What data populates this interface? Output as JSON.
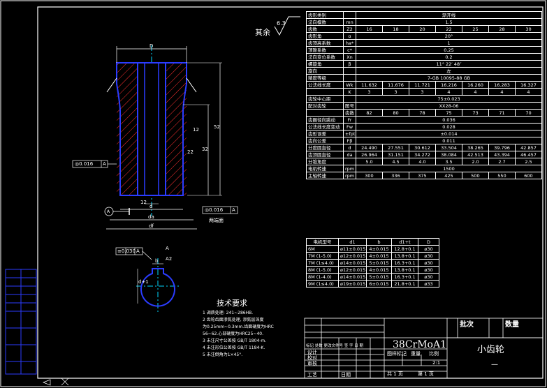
{
  "surface_mark": {
    "value": "6.3",
    "label": "其余"
  },
  "view_labels": {
    "D": "D",
    "d": "d",
    "da": "da",
    "df": "df",
    "dim_52": "52",
    "dim_32": "32",
    "dim_12": "12",
    "dim_22": "22",
    "arrow_symbol": "▽",
    "datum_a": "A",
    "datum_a_circle": "A",
    "groove": "两端面"
  },
  "tolerances": {
    "runout_1": "◎0.016",
    "runout_1_ref": "A",
    "runout_2": "◎0.016",
    "runout_2_ref": "A",
    "parallel": "≡0.030",
    "parallel_ref": "A"
  },
  "section": {
    "dim_left": "d+1",
    "dim_b": "b",
    "dim_a": "A",
    "dim_a2": "A2"
  },
  "gear_table": {
    "rows": [
      [
        "齿形类别",
        "",
        "渐开线"
      ],
      [
        "法向模数",
        "mn",
        "1.5"
      ],
      [
        "齿数",
        "Z2",
        "16",
        "18",
        "20",
        "22",
        "25",
        "28",
        "30"
      ],
      [
        "齿形角",
        "α",
        "20°"
      ],
      [
        "齿顶高系数",
        "ha*",
        "1"
      ],
      [
        "顶隙系数",
        "c*",
        "0.25"
      ],
      [
        "法向变位系数",
        "Xn",
        "0.2"
      ],
      [
        "螺旋角",
        "β",
        "11° 22′ 48″"
      ],
      [
        "旋向",
        "",
        "左"
      ],
      [
        "精度等级",
        "",
        "7-GB 10095-88 GB"
      ],
      [
        "公法线长度",
        "Wk",
        "11.632",
        "11.676",
        "11.721",
        "16.216",
        "16.260",
        "16.283",
        "16.327"
      ],
      [
        "",
        "K",
        "3",
        "3",
        "3",
        "4",
        "4",
        "4",
        "4"
      ],
      [
        "齿轮中心距",
        "",
        "75±0.023"
      ],
      [
        "配对齿轮",
        "图号",
        "XX28-06"
      ],
      [
        "",
        "齿数",
        "82",
        "80",
        "78",
        "75",
        "73",
        "71",
        "70"
      ],
      [
        "齿圈径向跳动",
        "Fr",
        "0.036"
      ],
      [
        "公法线长度变动",
        "Fw",
        "0.028"
      ],
      [
        "齿形误差",
        "±fpt",
        "±0.014"
      ],
      [
        "齿向公差",
        "Fβ",
        "0.011"
      ],
      [
        "分度圆直径",
        "d",
        "24.490",
        "27.551",
        "30.612",
        "33.504",
        "38.265",
        "39.796",
        "42.857"
      ],
      [
        "齿顶圆直径",
        "da",
        "26.964",
        "31.151",
        "34.272",
        "38.084",
        "42.513",
        "43.394",
        "46.457"
      ],
      [
        "分锥角度",
        "",
        "5.0",
        "4.5",
        "4.0",
        "3.5",
        "2.0",
        "2.7",
        "2.5"
      ],
      [
        "电机转速",
        "rpm",
        "1500"
      ],
      [
        "主轴转速",
        "rpm",
        "300",
        "336",
        "375",
        "425",
        "500",
        "550",
        "600"
      ]
    ]
  },
  "motor_table": {
    "header": [
      "电机型号",
      "d1",
      "b",
      "d1+t",
      "D"
    ],
    "rows": [
      [
        "6M",
        "ø11±0.015",
        "4±0.015",
        "12.8+0.1",
        "ø30"
      ],
      [
        "7M (1-5.0)",
        "ø12±0.015",
        "4±0.015",
        "13.8+0.1",
        "ø30"
      ],
      [
        "7M (1≤4.0)",
        "ø14±0.015",
        "5±0.015",
        "16.3+0.1",
        "ø30"
      ],
      [
        "8M (1-5.0)",
        "ø12±0.015",
        "4±0.015",
        "13.8+0.1",
        "ø30"
      ],
      [
        "8M (1-4.0)",
        "ø14±0.015",
        "5±0.015",
        "16.3+0.1",
        "ø30"
      ],
      [
        "9M (1≤4.0)",
        "ø19±0.015",
        "6±0.015",
        "21.8+0.1",
        "ø33"
      ]
    ]
  },
  "tech_req": {
    "title": "技术要求",
    "items": [
      "1 调质处理: 241~286HB.",
      "2 齿轮齿面渗氮处理, 渗氮层深度",
      "  为0.25mm~0.3mm.齿面硬度为HRC",
      "  56~62.心部硬度为HRC25~40.",
      "3 未注尺寸公差按 GB/T 1804-m.",
      "4 未注形位公差按 GB/T 1184-K.",
      "5 未注倒角为1×45°."
    ]
  },
  "title_block": {
    "material": "38CrMoA1",
    "part_name": "小齿轮",
    "batch_label": "批次",
    "qty_label": "数量",
    "scale": "2:1",
    "dash": "—",
    "sheet_total": "共 1 页",
    "sheet_no": "第 1 页",
    "rev_labels": "标记 处数 更改文件号 签 字 日 期",
    "stage_label": "图样标记",
    "weight_label": "重量",
    "scale_label": "比例",
    "roles": [
      "设计",
      "校对",
      "审核",
      "工艺"
    ],
    "date_label": "日期"
  },
  "colors": {
    "line": "#ffffff",
    "part_blue": "#2b3cff",
    "hatch_red": "#ff3030",
    "cyan": "#00d8ff",
    "bg": "#000000"
  }
}
